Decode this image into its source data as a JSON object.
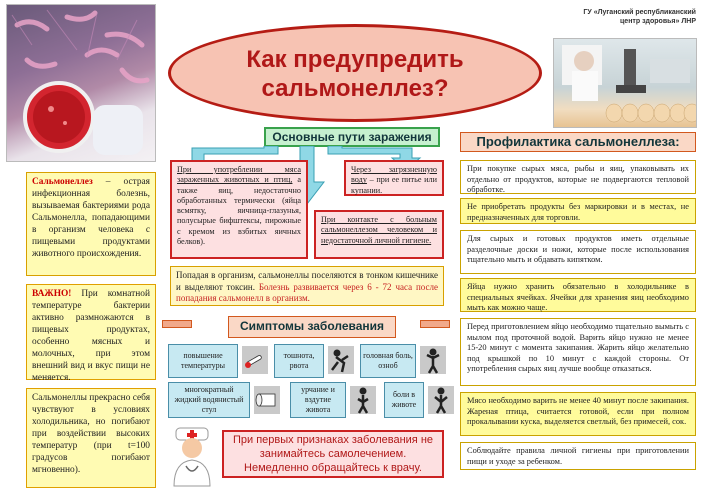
{
  "org": {
    "line1": "ГУ «Луганский республиканский",
    "line2": "центр здоровья» ЛНР"
  },
  "title": {
    "line1": "Как предупредить",
    "line2": "сальмонеллез?"
  },
  "intro": {
    "term": "Сальмонеллез",
    "text": " – острая инфекционная болезнь, вызываемая бактериями рода Сальмонелла, попадающими в организм человека с пищевыми продуктами животного происхождения."
  },
  "important": {
    "label": "ВАЖНО!",
    "text": " При комнатной температуре бактерии активно размножаются в пищевых продуктах, особенно мясных и молочных, при этом внешний вид и вкус пищи не меняется."
  },
  "cold": {
    "text": "Сальмонеллы прекрасно себя чувствуют в условиях холодильника, но погибают при воздействии высоких температур (при t=100 градусов погибают мгновенно)."
  },
  "routes": {
    "header": "Основные пути заражения",
    "r1_u": "При употреблении мяса зараженных животных и птиц,",
    "r1_rest": " а также яиц, недостаточно обработанных термически (яйца всмятку, яичница-глазунья, полусырые бифштексы, пирожные с кремом из взбитых яичных белков).",
    "r2_u": "Через загрязненную воду",
    "r2_rest": " – при ее питье или купании.",
    "r3_u": "При контакте с больным сальмонеллезом человеком и недостаточной личной гигиене."
  },
  "organism": {
    "text": "Попадая в организм, сальмонеллы поселяются в тонком кишечнике и выделяют токсин.",
    "red": " Болезнь развивается через 6 - 72 часа после попадания сальмонелл в организм."
  },
  "symptoms": {
    "header": "Симптомы заболевания",
    "items": [
      "повышение температуры",
      "тошнота, рвота",
      "головная боль, озноб",
      "многократный жидкий водянистый стул",
      "урчание и вздутие живота",
      "боли в животе"
    ]
  },
  "doctor_note": {
    "text": "При первых признаках заболевания не занимайтесь самолечением. Немедленно обращайтесь к врачу."
  },
  "prevention": {
    "header": "Профилактика сальмонеллеза:",
    "items": [
      "При покупке сырых мяса, рыбы и яиц, упаковывать их отдельно от продуктов, которые не подвергаются тепловой обработке.",
      "Не приобретать продукты без маркировки и в местах, не предназначенных для торговли.",
      "Для сырых и готовых продуктов иметь отдельные разделочные доски и ножи, которые после использования тщательно мыть и обдавать кипятком.",
      "Яйца нужно хранить обязательно в холодильнике в специальных ячейках. Ячейки для хранения яиц необходимо мыть как можно чаще.",
      "Перед приготовлением яйцо необходимо тщательно вымыть с мылом под проточной водой. Варить яйцо нужно не менее 15-20 минут с момента закипания. Жарить яйцо желательно под крышкой по 10 минут с каждой стороны. От употребления сырых яиц лучше вообще отказаться.",
      "Мясо необходимо варить не менее 40 минут после закипания. Жареная птица, считается готовой, если при полном прокалывании куска, выделяется светлый, без примесей, сок.",
      "Соблюдайте правила личной гигиены при приготовлении пищи и уходе за ребенком."
    ]
  },
  "colors": {
    "title_red": "#b01818",
    "oval_fill": "#f7c3b3",
    "green_border": "#39a24c",
    "yellow_box": "#fffbb3"
  },
  "icons": [
    "bacteria-photo",
    "lab-photo",
    "thermometer-icon",
    "vomiting-person-icon",
    "headache-person-icon",
    "toilet-paper-icon",
    "bloating-person-icon",
    "stomach-pain-person-icon",
    "doctor-icon",
    "arrow-down-icon"
  ]
}
